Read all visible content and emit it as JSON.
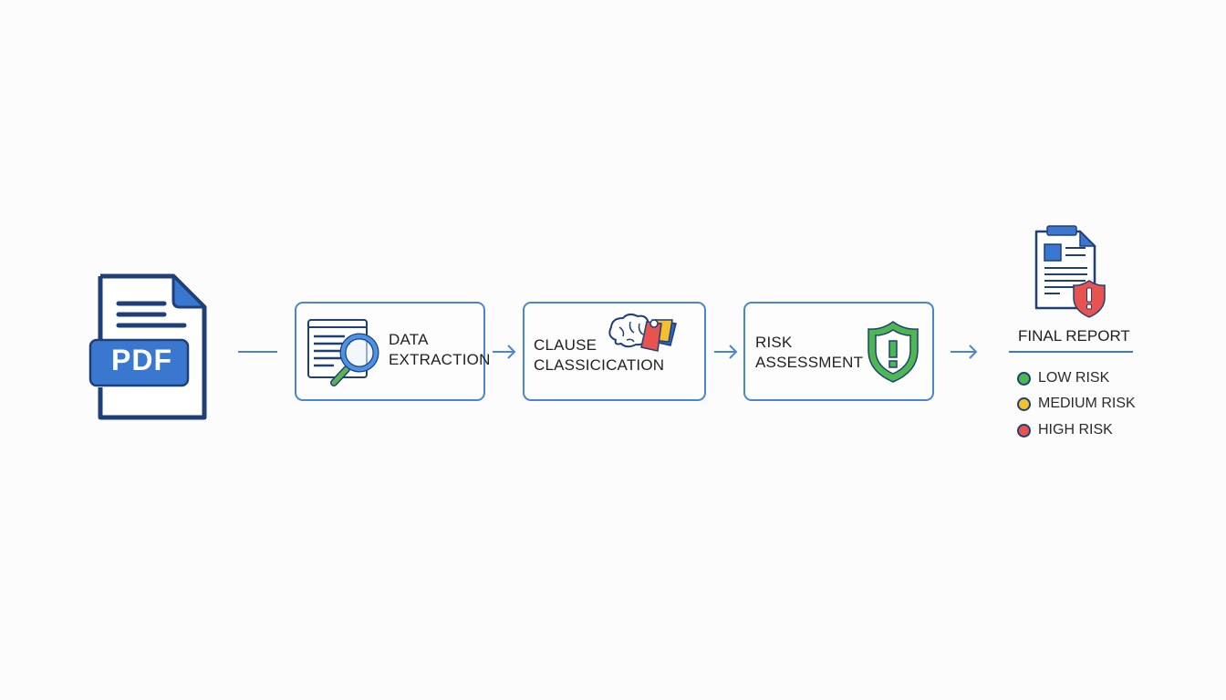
{
  "diagram": {
    "type": "pipeline-flow",
    "source": {
      "label": "PDF",
      "icon": "pdf-document-icon"
    },
    "steps": [
      {
        "line1": "DATA",
        "line2": "EXTRACTION",
        "icon": "document-magnifier-icon"
      },
      {
        "line1": "CLAUSE",
        "line2": "CLASSICICATION",
        "icon": "brain-tags-icon"
      },
      {
        "line1": "RISK",
        "line2": "ASSESSMENT",
        "icon": "shield-alert-icon"
      }
    ],
    "output": {
      "title": "FINAL REPORT",
      "icon": "report-shield-icon",
      "legend": [
        {
          "label": "LOW RISK",
          "color": "#4cb84f"
        },
        {
          "label": "MEDIUM RISK",
          "color": "#f4c02c"
        },
        {
          "label": "HIGH RISK",
          "color": "#e8534f"
        }
      ]
    },
    "colors": {
      "accent": "#4a86cf",
      "navy": "#1f3f7a",
      "pdf_blue": "#3a78cf"
    }
  }
}
